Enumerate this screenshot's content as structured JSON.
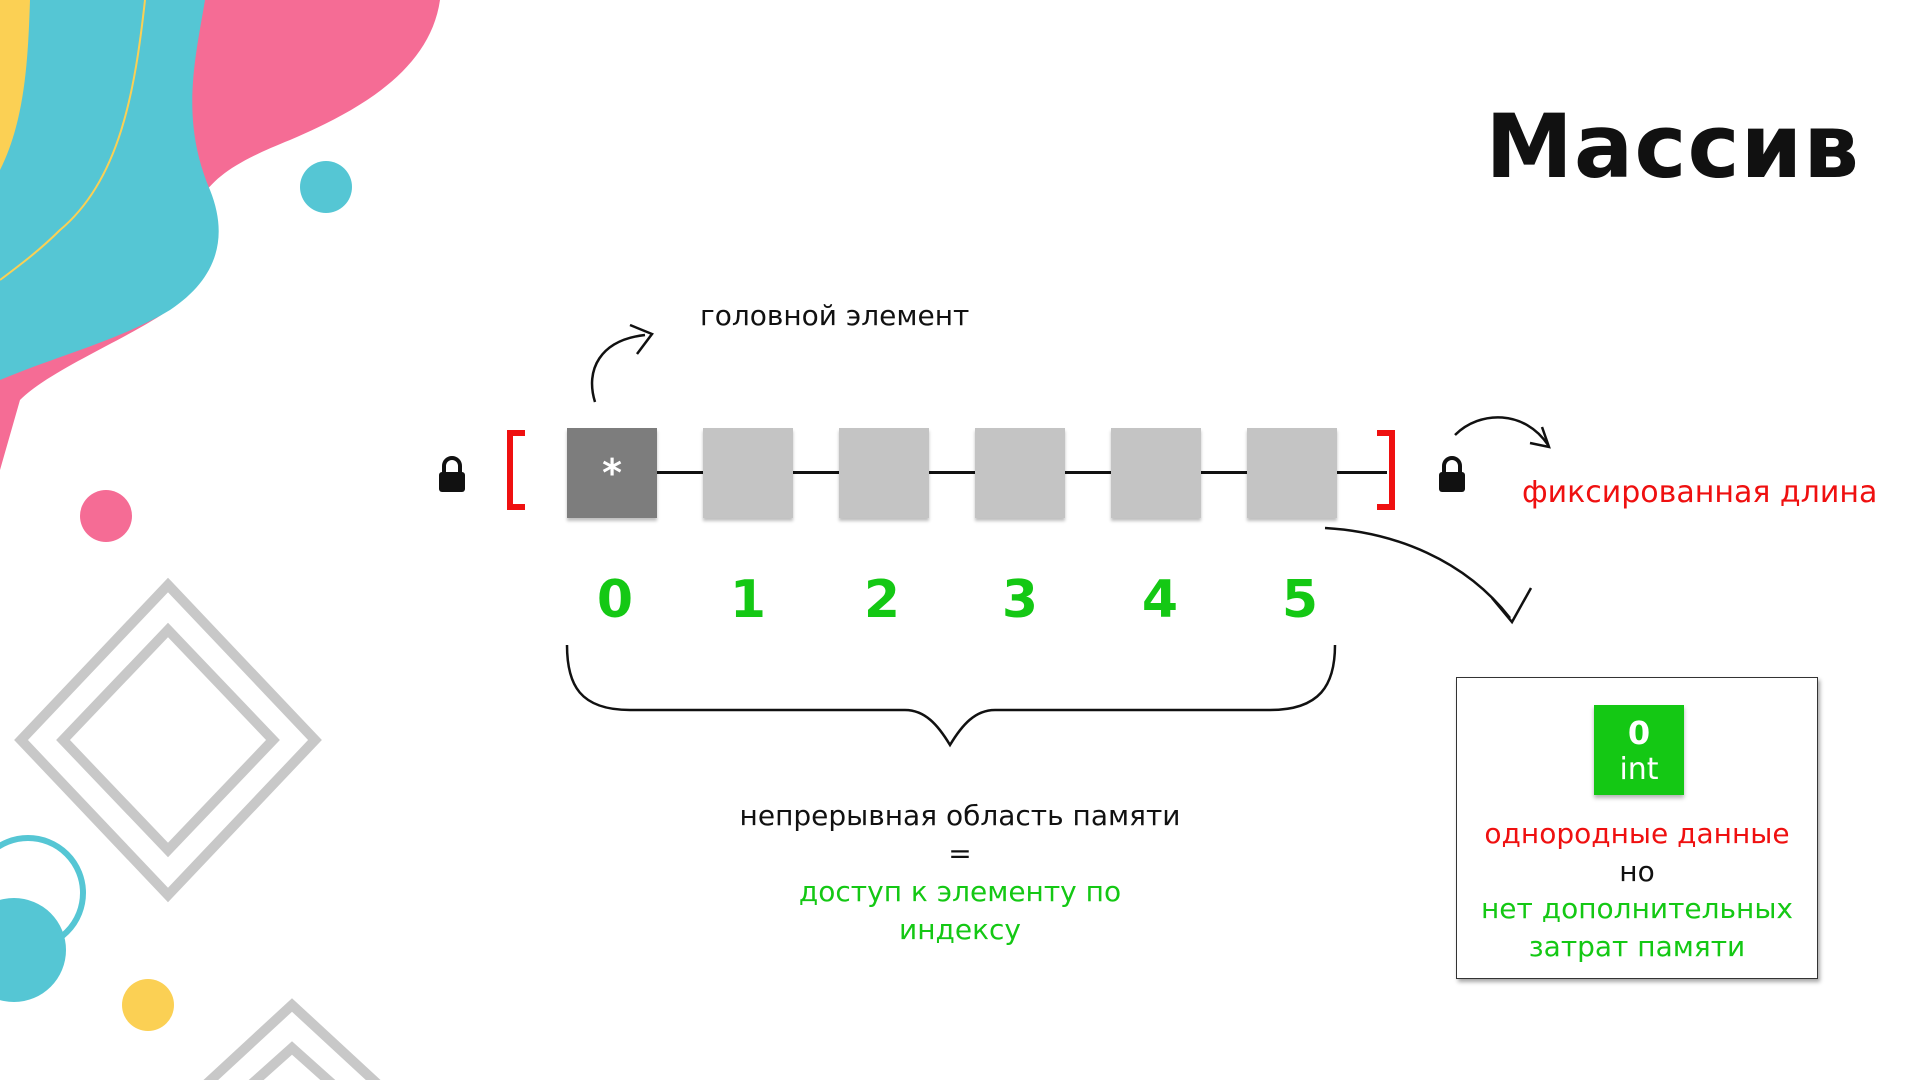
{
  "slide": {
    "title": "Массив",
    "head_label": "головной элемент",
    "head_symbol": "*",
    "indices": [
      "0",
      "1",
      "2",
      "3",
      "4",
      "5"
    ],
    "fixed_length": "фиксированная длина",
    "memory": {
      "line1": "непрерывная область памяти",
      "equals": "=",
      "line2": "доступ к элементу по",
      "line3": "индексу"
    },
    "infobox": {
      "value": "0",
      "type": "int",
      "line1": "однородные данные",
      "line2": "но",
      "line3": "нет дополнительных",
      "line4": "затрат памяти"
    }
  },
  "colors": {
    "accent_red": "#ef1010",
    "accent_green": "#14c814",
    "head_cell": "#7d7d7d",
    "cell": "#c4c4c4",
    "deco_teal": "#55c6d4",
    "deco_pink": "#f56c95",
    "deco_yellow": "#fbd054",
    "deco_gray": "#c8c8c8"
  },
  "icons": [
    "lock-icon",
    "arrow-icon",
    "curly-brace-icon",
    "bracket-icon"
  ]
}
